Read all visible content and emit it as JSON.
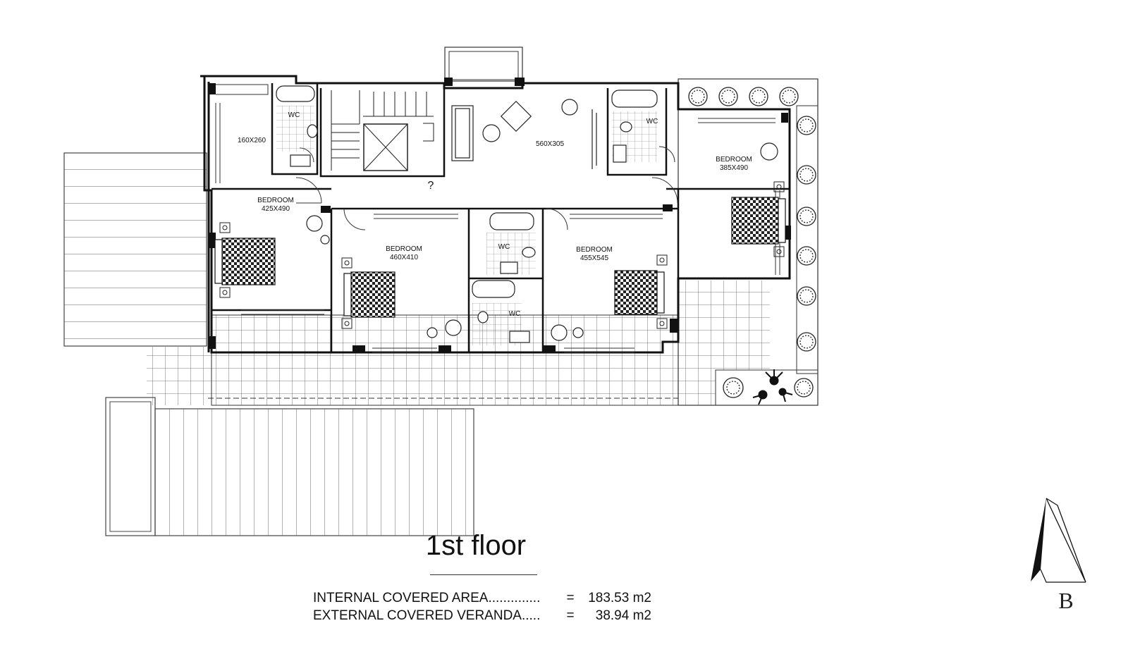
{
  "floor_title": "1st floor",
  "areas": [
    {
      "label": "INTERNAL COVERED AREA..............",
      "eq": "=",
      "value": "183.53 m2"
    },
    {
      "label": "EXTERNAL COVERED VERANDA.....",
      "eq": "=",
      "value": "38.94 m2"
    }
  ],
  "rooms": {
    "small_room": "160X260",
    "wc_top_left": "WC",
    "hall_size": "560X305",
    "wc_top_right": "WC",
    "bedroom_left_name": "BEDROOM",
    "bedroom_left_size": "425X490",
    "question_mark": "?",
    "bedroom_right_name": "BEDROOM",
    "bedroom_right_size": "385X490",
    "bedroom_mid_left_name": "BEDROOM",
    "bedroom_mid_left_size": "460X410",
    "wc_mid_upper": "WC",
    "bedroom_mid_right_name": "BEDROOM",
    "bedroom_mid_right_size": "455X545",
    "wc_mid_lower": "WC"
  },
  "logo_letter": "B",
  "colors": {
    "line": "#111111",
    "wall": "#1a1a1a",
    "tile": "#555555",
    "paper": "#ffffff"
  },
  "icons": [
    "north-arrow-icon",
    "bed-icon",
    "chair-icon",
    "bathtub-icon",
    "toilet-icon",
    "plant-icon"
  ]
}
